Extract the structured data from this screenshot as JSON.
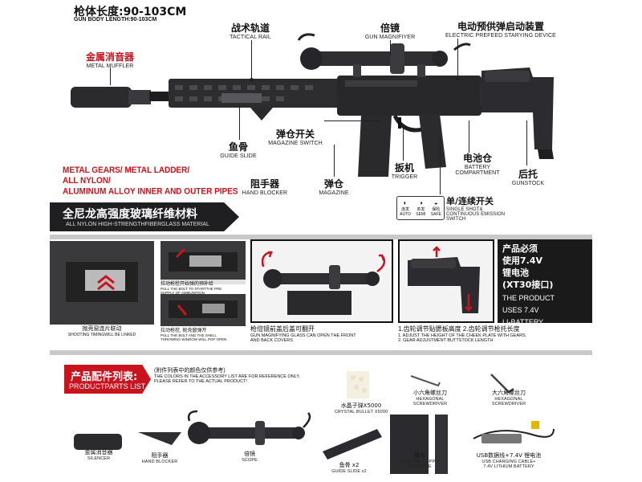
{
  "header": {
    "length_cn": "枪体长度:90-103CM",
    "length_en": "GUN BODY LENGTH:90-103CM"
  },
  "callouts": {
    "tactical_rail": {
      "cn": "战术轨道",
      "en": "TACTICAL RAIL"
    },
    "gun_magnifier": {
      "cn": "倍镜",
      "en": "GUN MAGNIFIYER"
    },
    "prefeed": {
      "cn": "电动预供弹启动装置",
      "en": "ELECTRIC PREFEED STARYING DEVICE"
    },
    "muffler": {
      "cn": "金属消音器",
      "en": "METAL MUFFLER"
    },
    "guide_slide": {
      "cn": "鱼骨",
      "en": "GUIDE SLIDE"
    },
    "magazine_switch": {
      "cn": "弹仓开关",
      "en": "MAGAZINE SWITCH"
    },
    "battery": {
      "cn": "电池仓",
      "en1": "BATTERY",
      "en2": "COMPARTMENT"
    },
    "gunstock": {
      "cn": "后托",
      "en": "GUNSTOCK"
    },
    "hand_blocker": {
      "cn": "阻手器",
      "en": "HAND BLOCKER"
    },
    "magazine": {
      "cn": "弹仓",
      "en": "MAGAZINE"
    },
    "trigger": {
      "cn": "扳机",
      "en": "TRIGGER"
    },
    "shot_switch": {
      "cn": "单/连续开关",
      "en1": "SINGLE SHOT&",
      "en2": "CONTINUOUS EMISSION",
      "en3": "SWITCH"
    }
  },
  "materials": {
    "line1": "METAL GEARS/ METAL LADDER/",
    "line2": "ALL NYLON/",
    "line3": "ALUMINUM ALLOY INNER AND OUTER PIPES"
  },
  "fire_modes": [
    {
      "cn": "连发",
      "en": "AUTO"
    },
    {
      "cn": "单发",
      "en": "SEMI"
    },
    {
      "cn": "保险",
      "en": "SAFE"
    }
  ],
  "banner": {
    "cn": "全尼龙高强度玻璃纤维材料",
    "en": "ALL NYLON HIGH-STRENGTHFIBERGLASS MATERIAL"
  },
  "panels": {
    "bolt_top": {
      "cn": "拉动枪栓开始弹的预补给",
      "en1": "PULL THE BOLT TO STARTTHE PRE",
      "en2": "SUPPLY OF AMMUNITION"
    },
    "shell_left": {
      "cn": "抛壳窗连片联动",
      "en": "SHOOTING TIMINGWILL BE LINKED"
    },
    "shell_bottom": {
      "cn": "拉动枪栓, 抛壳窗弹开",
      "en1": "PULL THE BOLT AND THE SHELL",
      "en2": "THROWING WINDOW WILL POP OPEN"
    },
    "scope_caption": {
      "cn": "枪倍镜前盖后盖可翻开",
      "en1": "GUN MAGNIFYING GLASS CAN OPEN THE FRONT",
      "en2": "AND BACK COVERS"
    },
    "stock_caption": {
      "cn": "1.齿轮调节贴腮板高度 2.齿轮调节枪托长度",
      "en1": "1. ADJUST THE HEIGHT OF THE CHEEK PLATE WITH GEARS.",
      "en2": "2. GEAR ADJUSTMENT BUTTSTOCK LENGTH"
    }
  },
  "info_box": {
    "cn1": "产品必须",
    "cn2": "使用7.4V",
    "cn3": "锂电池",
    "cn4": "(XT30接口)",
    "en1": "THE PRODUCT",
    "en2": "USES 7.4V",
    "en3": "LI-BATTERY"
  },
  "parts_list": {
    "title_cn": "产品配件列表:",
    "title_en": "PRODUCTPARTS LIST",
    "note_cn": "(附件列表中的颜色仅供参考)",
    "note_en1": "THE COLORS IN THE ACCESSORY LIST ARE FOR REFERENCE ONLY.",
    "note_en2": "PLEASE REFER TO THE ACTUAL PRODUCT!",
    "items": [
      {
        "cn": "金属消音器",
        "en": "SILENCER"
      },
      {
        "cn": "阻手器",
        "en": "HAND BLOCKER"
      },
      {
        "cn": "倍镜",
        "en": "SCOPE"
      },
      {
        "cn": "水晶子弹X5000",
        "en": "CRYSTAL BULLET X5000"
      },
      {
        "cn": "鱼骨 x2",
        "en": "GUIDE SLIDE x2"
      },
      {
        "cn": "弹仓",
        "en1": "ELECTRIC SUPPLY",
        "en2": "MAGAZINE"
      },
      {
        "cn": "小六角螺丝刀",
        "en": "HEXAGONAL SCREWDRIVER"
      },
      {
        "cn": "大六角螺丝刀",
        "en": "HEXAGONAL SCREWDRIVER"
      },
      {
        "cn": "USB数据线+7.4V 锂电池",
        "en1": "USB CHARGING CABLE+",
        "en2": "7.4V LITHIUM BATTERY"
      }
    ]
  }
}
